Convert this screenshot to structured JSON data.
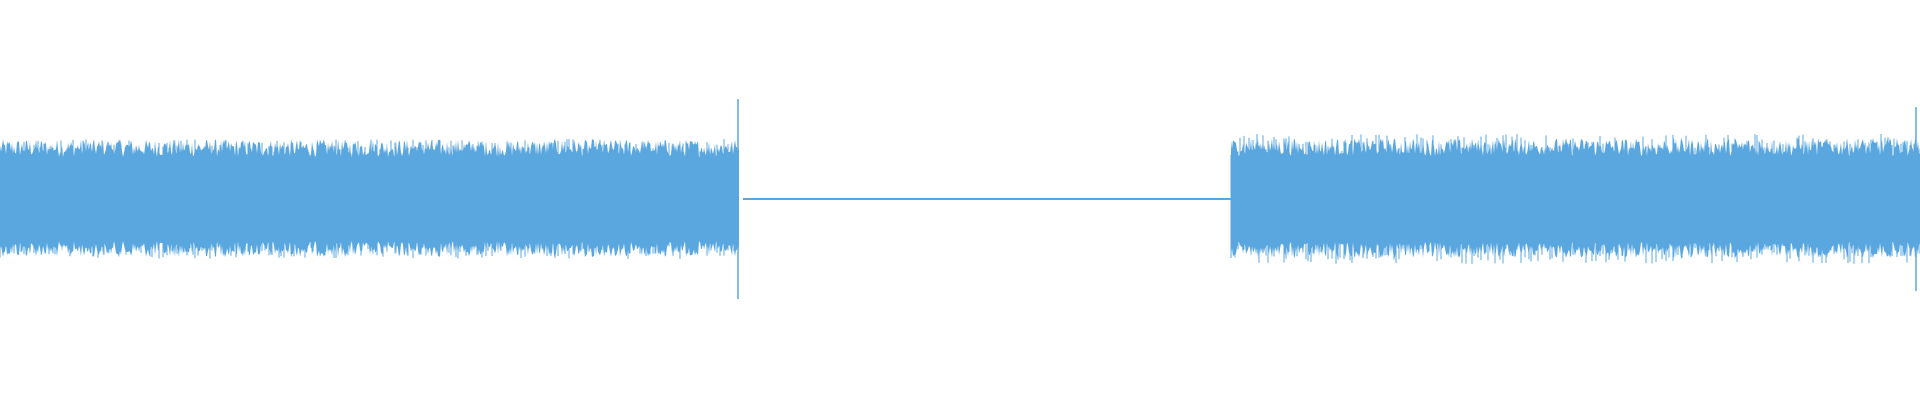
{
  "waveform": {
    "color": "#5aa7e0",
    "background": "#ffffff",
    "segments": [
      {
        "kind": "signal",
        "start": 0.0,
        "end": 0.385,
        "level": 0.42,
        "peak": 0.6
      },
      {
        "kind": "transient",
        "at": 0.3845,
        "peak": 1.0
      },
      {
        "kind": "silence",
        "start": 0.387,
        "end": 0.641,
        "level": 0.01
      },
      {
        "kind": "signal",
        "start": 0.641,
        "end": 1.0,
        "level": 0.43,
        "peak": 0.65
      },
      {
        "kind": "transient",
        "at": 0.998,
        "peak": 0.92
      }
    ]
  }
}
